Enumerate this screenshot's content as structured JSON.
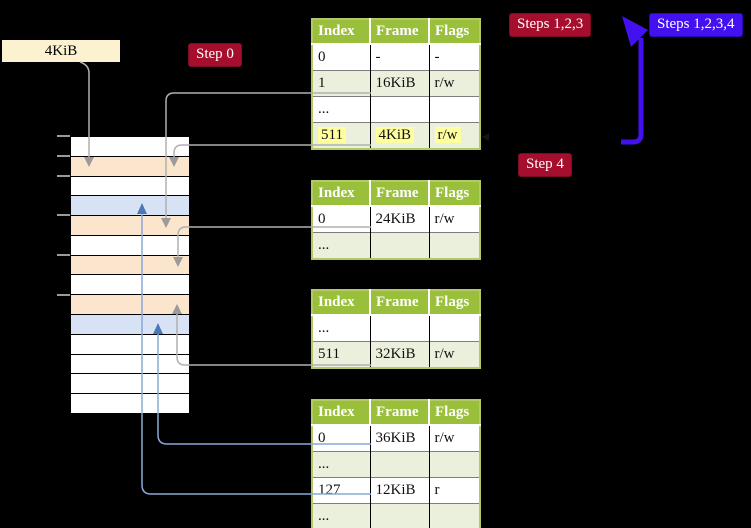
{
  "labels": {
    "frame_size": "4KiB",
    "step0": "Step 0",
    "steps123": "Steps 1,2,3",
    "steps1234": "Steps 1,2,3,4",
    "step4": "Step 4"
  },
  "tables": [
    {
      "headers": [
        "Index",
        "Frame",
        "Flags"
      ],
      "rows": [
        {
          "index": "0",
          "frame": "-",
          "flags": "-"
        },
        {
          "index": "1",
          "frame": "16KiB",
          "flags": "r/w"
        },
        {
          "index": "...",
          "frame": "",
          "flags": ""
        },
        {
          "index": "511",
          "frame": "4KiB",
          "flags": "r/w"
        }
      ]
    },
    {
      "headers": [
        "Index",
        "Frame",
        "Flags"
      ],
      "rows": [
        {
          "index": "0",
          "frame": "24KiB",
          "flags": "r/w"
        },
        {
          "index": "...",
          "frame": "",
          "flags": ""
        }
      ]
    },
    {
      "headers": [
        "Index",
        "Frame",
        "Flags"
      ],
      "rows": [
        {
          "index": "...",
          "frame": "",
          "flags": ""
        },
        {
          "index": "511",
          "frame": "32KiB",
          "flags": "r/w"
        }
      ]
    },
    {
      "headers": [
        "Index",
        "Frame",
        "Flags"
      ],
      "rows": [
        {
          "index": "0",
          "frame": "36KiB",
          "flags": "r/w"
        },
        {
          "index": "...",
          "frame": "",
          "flags": ""
        },
        {
          "index": "127",
          "frame": "12KiB",
          "flags": "r"
        },
        {
          "index": "...",
          "frame": "",
          "flags": ""
        }
      ]
    }
  ],
  "memory_strip": {
    "rows": [
      "white",
      "orange",
      "white",
      "blue",
      "orange",
      "white",
      "orange",
      "white",
      "orange",
      "blue",
      "white",
      "white",
      "white",
      "white"
    ]
  },
  "connections": [
    {
      "from": "4KiB size label",
      "to": "frame at 4KiB",
      "color": "gray"
    },
    {
      "from": "table1 index 1 (16KiB)",
      "to": "frame at 16KiB",
      "color": "gray"
    },
    {
      "from": "table1 index 511 (4KiB)",
      "to": "frame at 4KiB",
      "color": "gray"
    },
    {
      "from": "table2 index 0 (24KiB)",
      "to": "frame at 24KiB",
      "color": "gray"
    },
    {
      "from": "table3 index 511 (32KiB)",
      "to": "frame at 32KiB",
      "color": "gray"
    },
    {
      "from": "table4 index 0 (36KiB)",
      "to": "frame at 36KiB",
      "color": "blue"
    },
    {
      "from": "table4 index 127 (12KiB)",
      "to": "frame at 12KiB",
      "color": "blue"
    },
    {
      "from": "bottom of table column",
      "to": "top table (loop back)",
      "color": "violet-blue"
    }
  ],
  "colors": {
    "background": "#000000",
    "table_header_green": "#9abf3a",
    "table_border_olive": "#b2c966",
    "table_row_green": "#eaf0dc",
    "highlight_yellow": "#ffff9e",
    "badge_red": "#a50f2d",
    "badge_blue": "#4311f0",
    "strip_orange": "#fce5cd",
    "strip_blue": "#d7e3f4",
    "label_cream": "#fcf2d0",
    "connector_gray": "#b0b0b0",
    "connector_blue": "#8aa7d8",
    "arrowhead_blue": "#4c77b8"
  }
}
